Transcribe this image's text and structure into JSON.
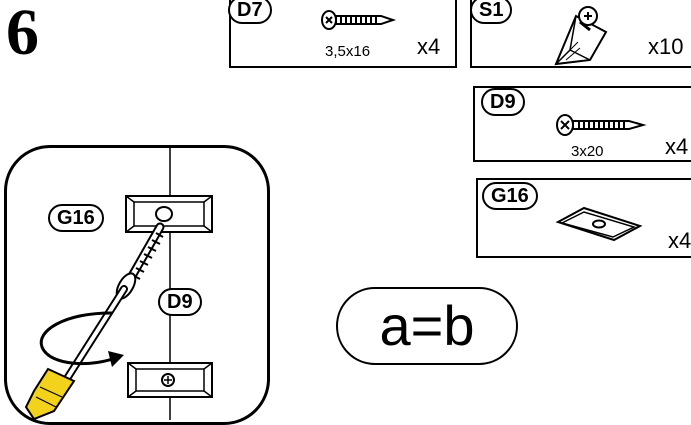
{
  "step_number": "6",
  "parts": {
    "d7": {
      "code": "D7",
      "size": "3,5x16",
      "qty": "x4",
      "icon": "wood-screw"
    },
    "s1": {
      "code": "S1",
      "qty": "x10",
      "icon": "corner-bracket"
    },
    "d9": {
      "code": "D9",
      "size": "3x20",
      "qty": "x4",
      "icon": "wood-screw"
    },
    "g16": {
      "code": "G16",
      "qty": "x4",
      "icon": "connector-plate"
    }
  },
  "detail": {
    "top_label": "G16",
    "mid_label": "D9",
    "tool": "screwdriver",
    "screwdriver_handle_color": "#f2d21b"
  },
  "note": "a=b"
}
